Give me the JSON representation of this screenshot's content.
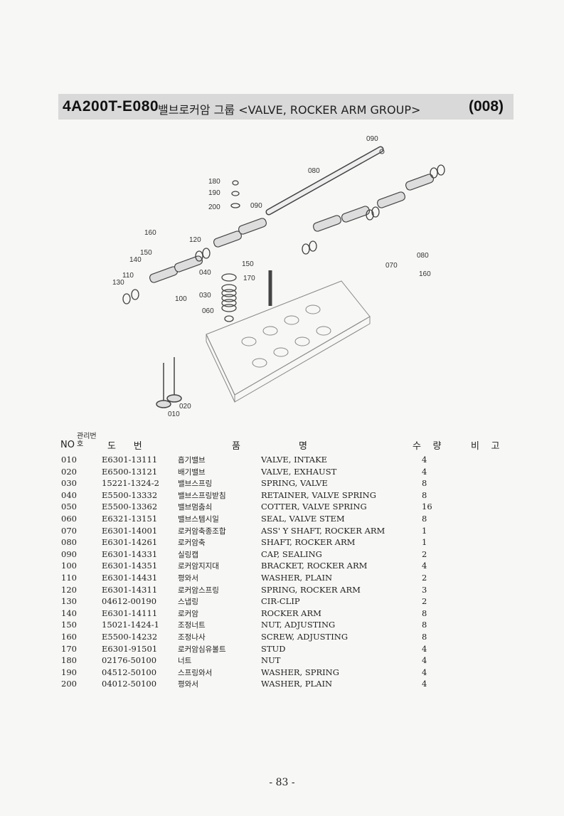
{
  "header": {
    "code": "4A200T-E080",
    "name": "밸브로커암 그룹 <VALVE, ROCKER ARM GROUP>",
    "group_no": "(008)"
  },
  "diagram_labels": [
    "090",
    "080",
    "180",
    "190",
    "200",
    "090",
    "160",
    "120",
    "150",
    "140",
    "110",
    "130",
    "040",
    "150",
    "170",
    "030",
    "100",
    "060",
    "080",
    "070",
    "160",
    "020",
    "010"
  ],
  "table": {
    "col_no": "NO",
    "col_mgmt": "관리번호",
    "col_part": "도      번",
    "col_name_a": "품",
    "col_name_b": "명",
    "col_qty": "수    량",
    "col_remark": "비    고",
    "rows": [
      {
        "no": "010",
        "part": "E6301-13111",
        "kor": "흡기밸브",
        "eng": "VALVE, INTAKE",
        "qty": "4"
      },
      {
        "no": "020",
        "part": "E6500-13121",
        "kor": "배기밸브",
        "eng": "VALVE, EXHAUST",
        "qty": "4"
      },
      {
        "no": "030",
        "part": "15221-1324-2",
        "kor": "밸브스프링",
        "eng": "SPRING, VALVE",
        "qty": "8"
      },
      {
        "no": "040",
        "part": "E5500-13332",
        "kor": "밸브스프링받침",
        "eng": "RETAINER, VALVE SPRING",
        "qty": "8"
      },
      {
        "no": "050",
        "part": "E5500-13362",
        "kor": "밸브멈춤쇠",
        "eng": "COTTER, VALVE SPRING",
        "qty": "16"
      },
      {
        "no": "060",
        "part": "E6321-13151",
        "kor": "밸브스템시일",
        "eng": "SEAL, VALVE STEM",
        "qty": "8"
      },
      {
        "no": "070",
        "part": "E6301-14001",
        "kor": "로커암축종조합",
        "eng": "ASS' Y SHAFT, ROCKER ARM",
        "qty": "1"
      },
      {
        "no": "080",
        "part": "E6301-14261",
        "kor": "로커암축",
        "eng": "SHAFT, ROCKER ARM",
        "qty": "1"
      },
      {
        "no": "090",
        "part": "E6301-14331",
        "kor": "실링캡",
        "eng": "CAP, SEALING",
        "qty": "2"
      },
      {
        "no": "100",
        "part": "E6301-14351",
        "kor": "로커암지지대",
        "eng": "BRACKET, ROCKER ARM",
        "qty": "4"
      },
      {
        "no": "110",
        "part": "E6301-14431",
        "kor": "평와서",
        "eng": "WASHER, PLAIN",
        "qty": "2"
      },
      {
        "no": "120",
        "part": "E6301-14311",
        "kor": "로커암스프링",
        "eng": "SPRING, ROCKER ARM",
        "qty": "3"
      },
      {
        "no": "130",
        "part": "04612-00190",
        "kor": "스냅링",
        "eng": "CIR-CLIP",
        "qty": "2"
      },
      {
        "no": "140",
        "part": "E6301-14111",
        "kor": "로커암",
        "eng": "ROCKER ARM",
        "qty": "8"
      },
      {
        "no": "150",
        "part": "15021-1424-1",
        "kor": "조정너트",
        "eng": "NUT, ADJUSTING",
        "qty": "8"
      },
      {
        "no": "160",
        "part": "E5500-14232",
        "kor": "조정나사",
        "eng": "SCREW, ADJUSTING",
        "qty": "8"
      },
      {
        "no": "170",
        "part": "E6301-91501",
        "kor": "로커암심유볼트",
        "eng": "STUD",
        "qty": "4"
      },
      {
        "no": "180",
        "part": "02176-50100",
        "kor": "너트",
        "eng": "NUT",
        "qty": "4"
      },
      {
        "no": "190",
        "part": "04512-50100",
        "kor": "스프링와서",
        "eng": "WASHER, SPRING",
        "qty": "4"
      },
      {
        "no": "200",
        "part": "04012-50100",
        "kor": "평와서",
        "eng": "WASHER, PLAIN",
        "qty": "4"
      }
    ]
  },
  "page_number": "- 83 -"
}
